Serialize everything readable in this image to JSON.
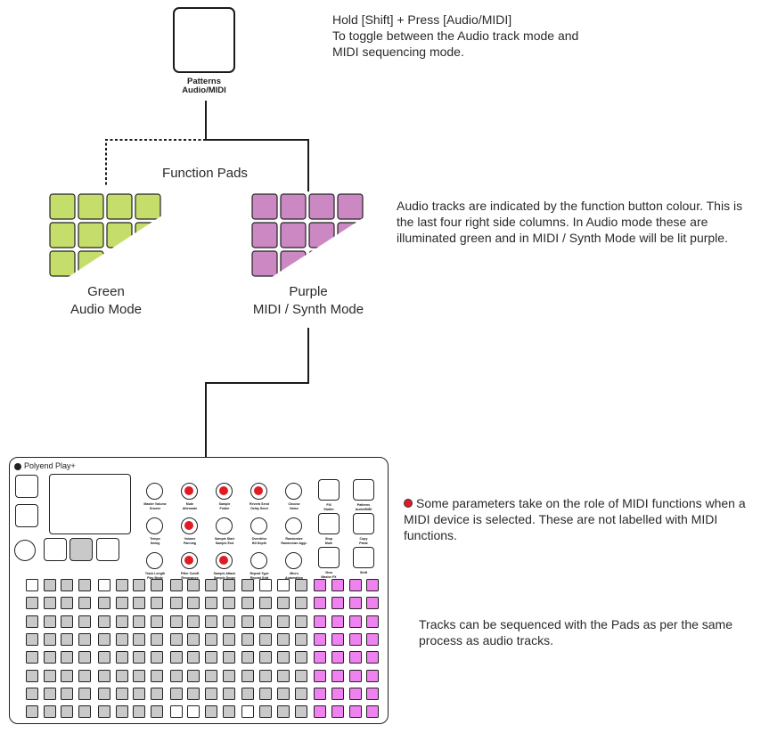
{
  "top_button": {
    "label_line1": "Patterns",
    "label_line2": "Audio/MIDI"
  },
  "instructions": {
    "toggle_text": "Hold [Shift] + Press [Audio/MIDI]\nTo toggle between the Audio track mode and\nMIDI sequencing mode.",
    "function_pads_text": "Audio tracks are indicated by the function button colour. This is the last four right side columns. In Audio mode these are illuminated green and in MIDI / Synth Mode will be lit purple.",
    "midi_params_text": "Some parameters take on the role of MIDI functions when a MIDI device is selected. These are not labelled with MIDI functions.",
    "tracks_text": "Tracks can be sequenced with the Pads as per the same process as audio tracks."
  },
  "function_pads_title": "Function Pads",
  "modes": {
    "green": {
      "line1": "Green",
      "line2": "Audio Mode",
      "color": "#c5dd6b"
    },
    "purple": {
      "line1": "Purple",
      "line2": "MIDI / Synth Mode",
      "color": "#cc88c3"
    }
  },
  "device": {
    "brand": "Polyend Play+",
    "knob_labels": [
      [
        "Master Volume\nGroove",
        "Mute\nAttenuate",
        "Sample\nFolder",
        "Reverb Send\nDelay Send",
        "Choose\nNoise"
      ],
      [
        "Tempo\nSwing",
        "Volume\nPanning",
        "Sample Start\nSample End",
        "Overdrive\nBit Depth",
        "Randomize\nRandomize Aggr."
      ],
      [
        "Track Length\nPlay Mode",
        "Filter Cutoff\nResonance",
        "Sample Attack\nSample Decay",
        "Repeat Type\nRepeat Grid",
        "Micro\nAutomation"
      ]
    ],
    "button_labels": [
      [
        "Fill\nStutter",
        "Patterns\nAudio/MIDI"
      ],
      [
        "Stop\nMute",
        "Copy\nPaste"
      ],
      [
        "View\nMaster FX",
        "Shift"
      ]
    ],
    "colors": {
      "pad_off": "#c9c9c9",
      "pad_white": "#ffffff",
      "pad_purple": "#ee82ee",
      "knob_red": "#e01b24"
    }
  }
}
